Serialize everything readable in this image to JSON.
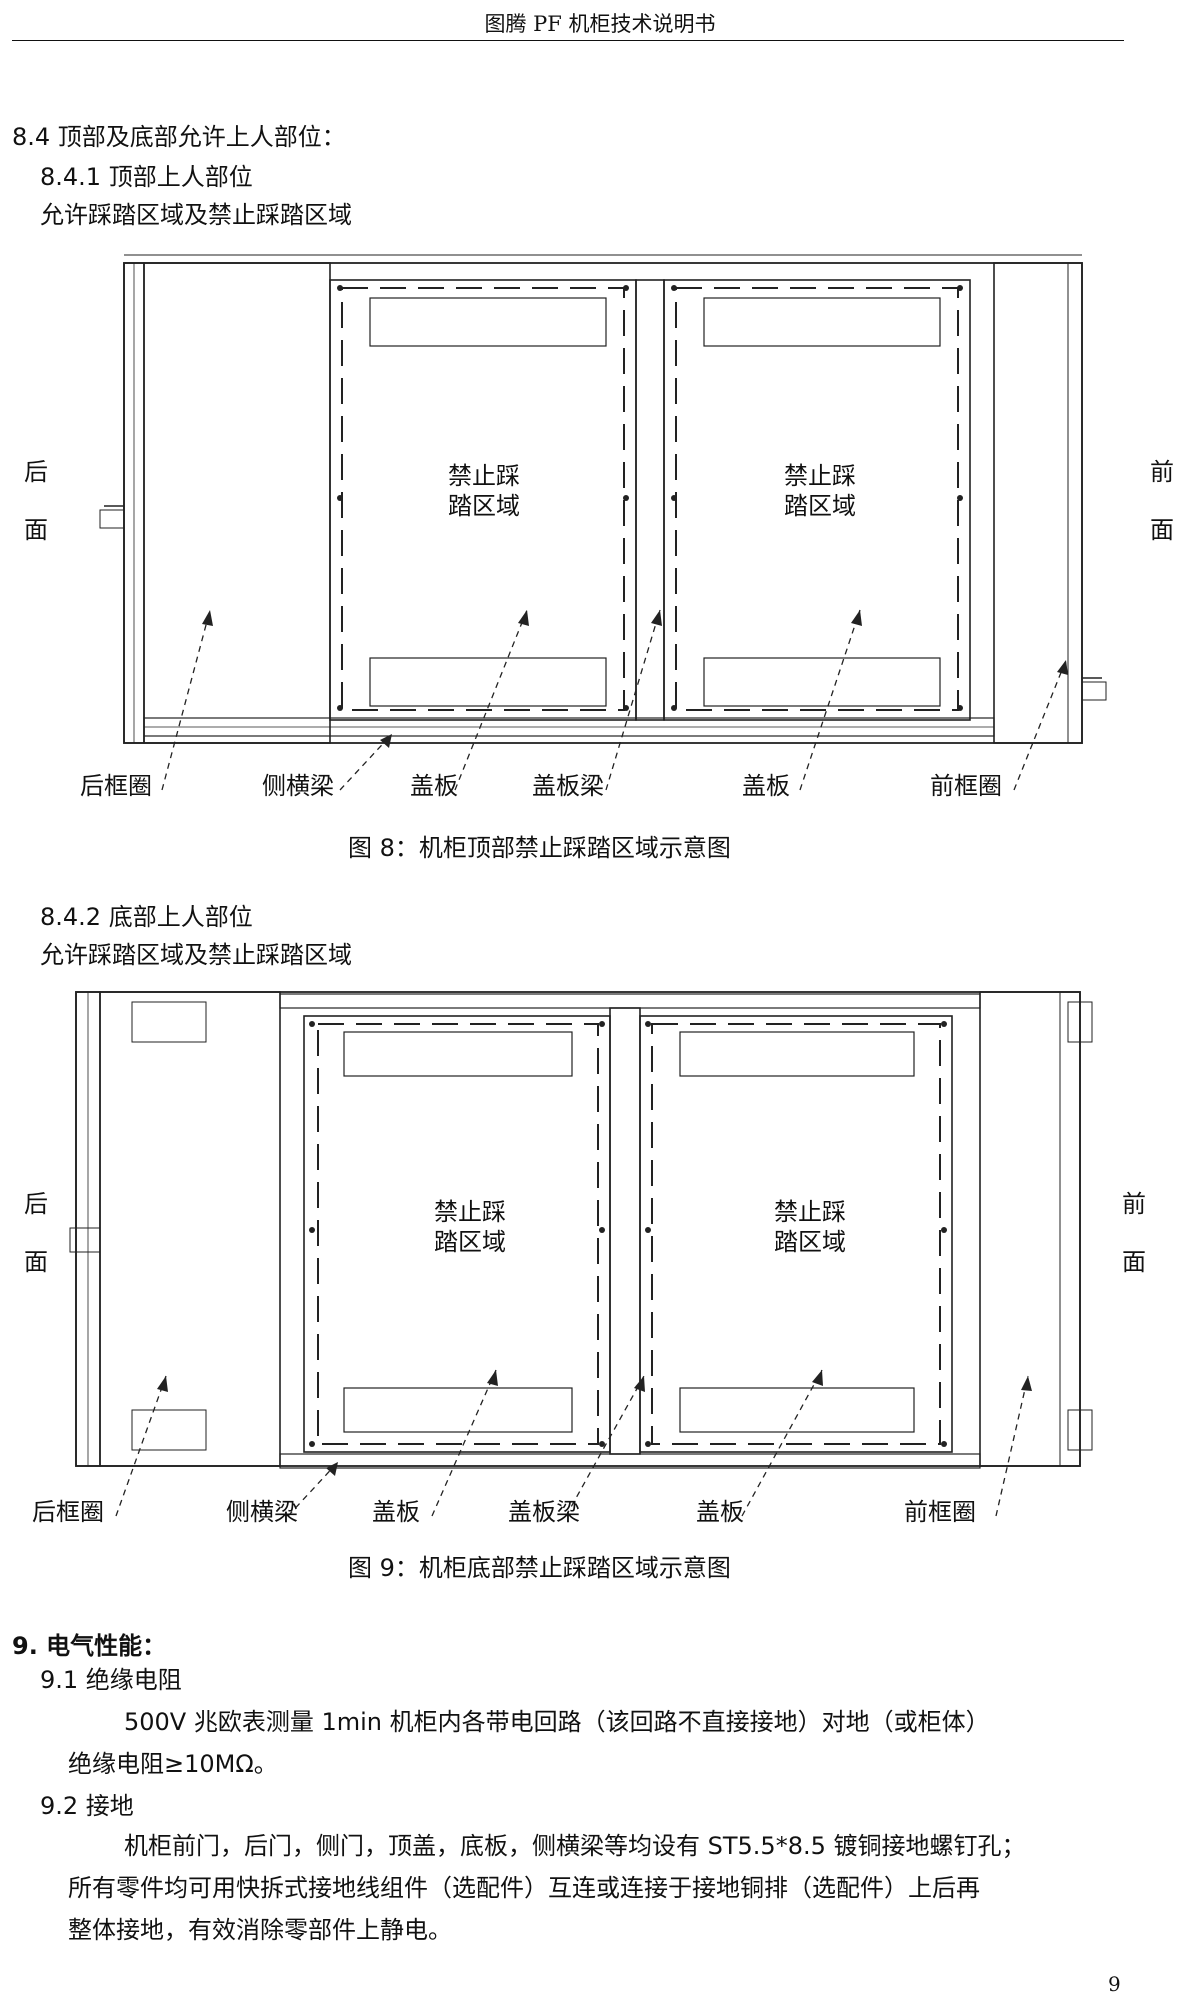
{
  "header": {
    "title": "图腾 PF 机柜技术说明书"
  },
  "s84": {
    "heading": "8.4 顶部及底部允许上人部位：",
    "s841": "8.4.1 顶部上人部位",
    "s841_desc": "允许踩踏区域及禁止踩踏区域",
    "s842": "8.4.2 底部上人部位",
    "s842_desc": "允许踩踏区域及禁止踩踏区域"
  },
  "fig8": {
    "caption": "图 8：机柜顶部禁止踩踏区域示意图",
    "rear_1": "后",
    "rear_2": "面",
    "front_1": "前",
    "front_2": "面",
    "zone_1": "禁止踩",
    "zone_2": "踏区域",
    "labels": [
      "后框圈",
      "侧横梁",
      "盖板",
      "盖板梁",
      "盖板",
      "前框圈"
    ]
  },
  "fig9": {
    "caption": "图 9：机柜底部禁止踩踏区域示意图",
    "rear_1": "后",
    "rear_2": "面",
    "front_1": "前",
    "front_2": "面",
    "zone_1": "禁止踩",
    "zone_2": "踏区域",
    "labels": [
      "后框圈",
      "侧横梁",
      "盖板",
      "盖板梁",
      "盖板",
      "前框圈"
    ]
  },
  "s9": {
    "heading": "9.  电气性能：",
    "s91": "9.1    绝缘电阻",
    "s91_p1": "500V 兆欧表测量 1min 机柜内各带电回路（该回路不直接接地）对地（或柜体）",
    "s91_p2": "绝缘电阻≥10MΩ。",
    "s92": "9.2    接地",
    "s92_p1": "机柜前门，后门，侧门，顶盖，底板，侧横梁等均设有 ST5.5*8.5 镀铜接地螺钉孔；",
    "s92_p2": "所有零件均可用快拆式接地线组件（选配件）互连或连接于接地铜排（选配件）上后再",
    "s92_p3": "整体接地，有效消除零部件上静电。"
  },
  "page_number": "9"
}
